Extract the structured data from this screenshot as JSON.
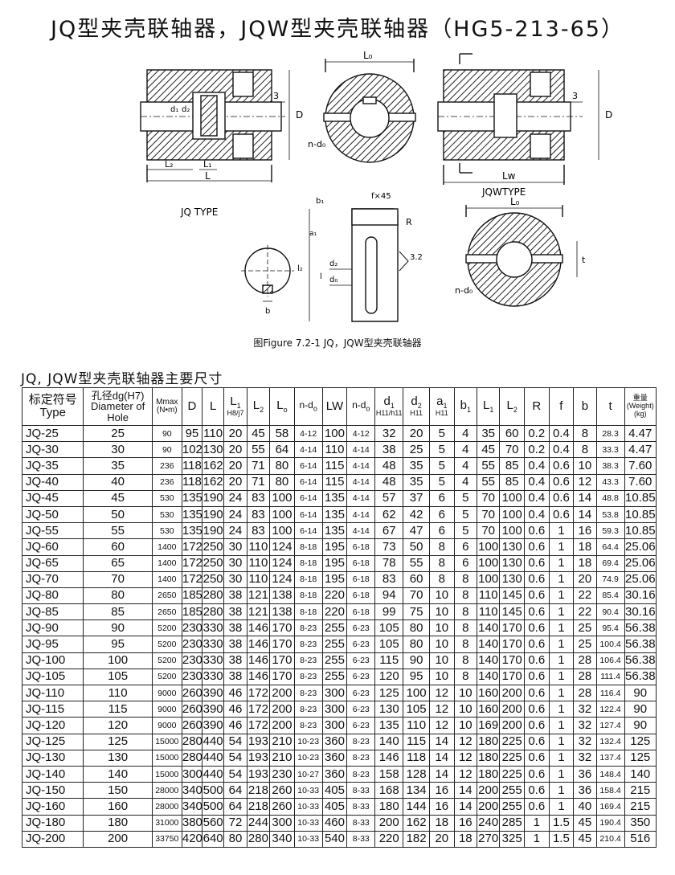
{
  "title": "JQ型夹壳联轴器，JQW型夹壳联轴器（HG5-213-65）",
  "figure": {
    "caption": "图Figure 7.2-1 JQ，JQW型夹壳联轴器",
    "jq_type_label": "JQ TYPE",
    "jqw_type_label": "JQWTYPE",
    "labels": {
      "L0": "L₀",
      "L": "L",
      "L1": "L₁",
      "L2": "L₂",
      "Lw": "Lw",
      "D": "D",
      "d1": "d₁",
      "d2": "d₂",
      "nd0": "n-d₀",
      "a1": "a₁",
      "b": "b",
      "b1": "b₁",
      "f45": "f×45",
      "R": "R",
      "roughness": "3.2",
      "d0": "d₀",
      "l": "l",
      "l2": "l₂",
      "tag_3": "3",
      "t": "t"
    }
  },
  "table": {
    "title": "JQ, JQW型夹壳联轴器主要尺寸",
    "headers": {
      "type_cn": "标定符号",
      "type_en": "Type",
      "hole_cn": "孔径dg(H7)",
      "hole_en1": "Diameter of",
      "hole_en2": "Hole",
      "mmax1": "Mmax",
      "mmax2": "(N•m)",
      "D": "D",
      "L": "L",
      "L1": "L",
      "L1_sub": "1",
      "L1_tol": "H8/j7",
      "L2": "L",
      "L2_sub": "2",
      "L0": "L",
      "L0_sub": "o",
      "nd0": "n-d",
      "nd0_sub": "o",
      "LW": "LW",
      "nd0b": "n-d",
      "nd0b_sub": "o",
      "d1": "d",
      "d1_sub": "1",
      "d1_tol": "H11/h11",
      "d2": "d",
      "d2_sub": "2",
      "d2_tol": "H11",
      "a1": "a",
      "a1_sub": "1",
      "a1_tol": "H11",
      "b1": "b",
      "b1_sub": "1",
      "Lx": "L",
      "Lx_sub": "1",
      "Ly": "L",
      "Ly_sub": "2",
      "R": "R",
      "f": "f",
      "b": "b",
      "t": "t",
      "w1": "重量",
      "w2": "(Weight)",
      "w3": "(kg)"
    },
    "rows": [
      [
        "JQ-25",
        "25",
        "90",
        "95",
        "110",
        "20",
        "45",
        "58",
        "4-12",
        "100",
        "4-12",
        "32",
        "20",
        "5",
        "4",
        "35",
        "60",
        "0.2",
        "0.4",
        "8",
        "28.3",
        "4.47"
      ],
      [
        "JQ-30",
        "30",
        "90",
        "102",
        "130",
        "20",
        "55",
        "64",
        "4-14",
        "110",
        "4-14",
        "38",
        "25",
        "5",
        "4",
        "45",
        "70",
        "0.2",
        "0.4",
        "8",
        "33.3",
        "4.47"
      ],
      [
        "JQ-35",
        "35",
        "236",
        "118",
        "162",
        "20",
        "71",
        "80",
        "6-14",
        "115",
        "4-14",
        "48",
        "35",
        "5",
        "4",
        "55",
        "85",
        "0.4",
        "0.6",
        "10",
        "38.3",
        "7.60"
      ],
      [
        "JQ-40",
        "40",
        "236",
        "118",
        "162",
        "20",
        "71",
        "80",
        "6-14",
        "115",
        "4-14",
        "48",
        "35",
        "5",
        "4",
        "55",
        "85",
        "0.4",
        "0.6",
        "12",
        "43.3",
        "7.60"
      ],
      [
        "JQ-45",
        "45",
        "530",
        "135",
        "190",
        "24",
        "83",
        "100",
        "6-14",
        "135",
        "4-14",
        "57",
        "37",
        "6",
        "5",
        "70",
        "100",
        "0.4",
        "0.6",
        "14",
        "48.8",
        "10.85"
      ],
      [
        "JQ-50",
        "50",
        "530",
        "135",
        "190",
        "24",
        "83",
        "100",
        "6-14",
        "135",
        "4-14",
        "62",
        "42",
        "6",
        "5",
        "70",
        "100",
        "0.4",
        "0.6",
        "14",
        "53.8",
        "10.85"
      ],
      [
        "JQ-55",
        "55",
        "530",
        "135",
        "190",
        "24",
        "83",
        "100",
        "6-14",
        "135",
        "4-14",
        "67",
        "47",
        "6",
        "5",
        "70",
        "100",
        "0.6",
        "1",
        "16",
        "59.3",
        "10.85"
      ],
      [
        "JQ-60",
        "60",
        "1400",
        "172",
        "250",
        "30",
        "110",
        "124",
        "8-18",
        "195",
        "6-18",
        "73",
        "50",
        "8",
        "6",
        "100",
        "130",
        "0.6",
        "1",
        "18",
        "64.4",
        "25.06"
      ],
      [
        "JQ-65",
        "65",
        "1400",
        "172",
        "250",
        "30",
        "110",
        "124",
        "8-18",
        "195",
        "6-18",
        "78",
        "55",
        "8",
        "6",
        "100",
        "130",
        "0.6",
        "1",
        "18",
        "69.4",
        "25.06"
      ],
      [
        "JQ-70",
        "70",
        "1400",
        "172",
        "250",
        "30",
        "110",
        "124",
        "8-18",
        "195",
        "6-18",
        "83",
        "60",
        "8",
        "8",
        "100",
        "130",
        "0.6",
        "1",
        "20",
        "74.9",
        "25.06"
      ],
      [
        "JQ-80",
        "80",
        "2650",
        "185",
        "280",
        "38",
        "121",
        "138",
        "8-18",
        "220",
        "6-18",
        "94",
        "70",
        "10",
        "8",
        "110",
        "145",
        "0.6",
        "1",
        "22",
        "85.4",
        "30.16"
      ],
      [
        "JQ-85",
        "85",
        "2650",
        "185",
        "280",
        "38",
        "121",
        "138",
        "8-18",
        "220",
        "6-18",
        "99",
        "75",
        "10",
        "8",
        "110",
        "145",
        "0.6",
        "1",
        "22",
        "90.4",
        "30.16"
      ],
      [
        "JQ-90",
        "90",
        "5200",
        "230",
        "330",
        "38",
        "146",
        "170",
        "8-23",
        "255",
        "6-23",
        "105",
        "80",
        "10",
        "8",
        "140",
        "170",
        "0.6",
        "1",
        "25",
        "95.4",
        "56.38"
      ],
      [
        "JQ-95",
        "95",
        "5200",
        "230",
        "330",
        "38",
        "146",
        "170",
        "8-23",
        "255",
        "6-23",
        "105",
        "80",
        "10",
        "8",
        "140",
        "170",
        "0.6",
        "1",
        "25",
        "100.4",
        "56.38"
      ],
      [
        "JQ-100",
        "100",
        "5200",
        "230",
        "330",
        "38",
        "146",
        "170",
        "8-23",
        "255",
        "6-23",
        "115",
        "90",
        "10",
        "8",
        "140",
        "170",
        "0.6",
        "1",
        "28",
        "106.4",
        "56.38"
      ],
      [
        "JQ-105",
        "105",
        "5200",
        "230",
        "330",
        "38",
        "146",
        "170",
        "8-23",
        "255",
        "6-23",
        "120",
        "95",
        "10",
        "8",
        "140",
        "170",
        "0.6",
        "1",
        "28",
        "111.4",
        "56.38"
      ],
      [
        "JQ-110",
        "110",
        "9000",
        "260",
        "390",
        "46",
        "172",
        "200",
        "8-23",
        "300",
        "6-23",
        "125",
        "100",
        "12",
        "10",
        "160",
        "200",
        "0.6",
        "1",
        "28",
        "116.4",
        "90"
      ],
      [
        "JQ-115",
        "115",
        "9000",
        "260",
        "390",
        "46",
        "172",
        "200",
        "8-23",
        "300",
        "6-23",
        "130",
        "105",
        "12",
        "10",
        "160",
        "200",
        "0.6",
        "1",
        "32",
        "122.4",
        "90"
      ],
      [
        "JQ-120",
        "120",
        "9000",
        "260",
        "390",
        "46",
        "172",
        "200",
        "8-23",
        "300",
        "6-23",
        "135",
        "110",
        "12",
        "10",
        "169",
        "200",
        "0.6",
        "1",
        "32",
        "127.4",
        "90"
      ],
      [
        "JQ-125",
        "125",
        "15000",
        "280",
        "440",
        "54",
        "193",
        "210",
        "10-23",
        "360",
        "8-23",
        "140",
        "115",
        "14",
        "12",
        "180",
        "225",
        "0.6",
        "1",
        "32",
        "132.4",
        "125"
      ],
      [
        "JQ-130",
        "130",
        "15000",
        "280",
        "440",
        "54",
        "193",
        "210",
        "10-23",
        "360",
        "8-23",
        "146",
        "118",
        "14",
        "12",
        "180",
        "225",
        "0.6",
        "1",
        "32",
        "137.4",
        "125"
      ],
      [
        "JQ-140",
        "140",
        "15000",
        "300",
        "440",
        "54",
        "193",
        "230",
        "10-27",
        "360",
        "8-23",
        "158",
        "128",
        "14",
        "12",
        "180",
        "225",
        "0.6",
        "1",
        "36",
        "148.4",
        "140"
      ],
      [
        "JQ-150",
        "150",
        "28000",
        "340",
        "500",
        "64",
        "218",
        "260",
        "10-33",
        "405",
        "8-33",
        "168",
        "134",
        "16",
        "14",
        "200",
        "255",
        "0.6",
        "1",
        "36",
        "158.4",
        "215"
      ],
      [
        "JQ-160",
        "160",
        "28000",
        "340",
        "500",
        "64",
        "218",
        "260",
        "10-33",
        "405",
        "8-33",
        "180",
        "144",
        "16",
        "14",
        "200",
        "255",
        "0.6",
        "1",
        "40",
        "169.4",
        "215"
      ],
      [
        "JQ-180",
        "180",
        "31000",
        "380",
        "560",
        "72",
        "244",
        "300",
        "10-33",
        "460",
        "8-33",
        "200",
        "162",
        "18",
        "16",
        "240",
        "285",
        "1",
        "1.5",
        "45",
        "190.4",
        "350"
      ],
      [
        "JQ-200",
        "200",
        "33750",
        "420",
        "640",
        "80",
        "280",
        "340",
        "10-33",
        "540",
        "8-33",
        "220",
        "182",
        "20",
        "18",
        "270",
        "325",
        "1",
        "1.5",
        "45",
        "210.4",
        "516"
      ]
    ]
  }
}
